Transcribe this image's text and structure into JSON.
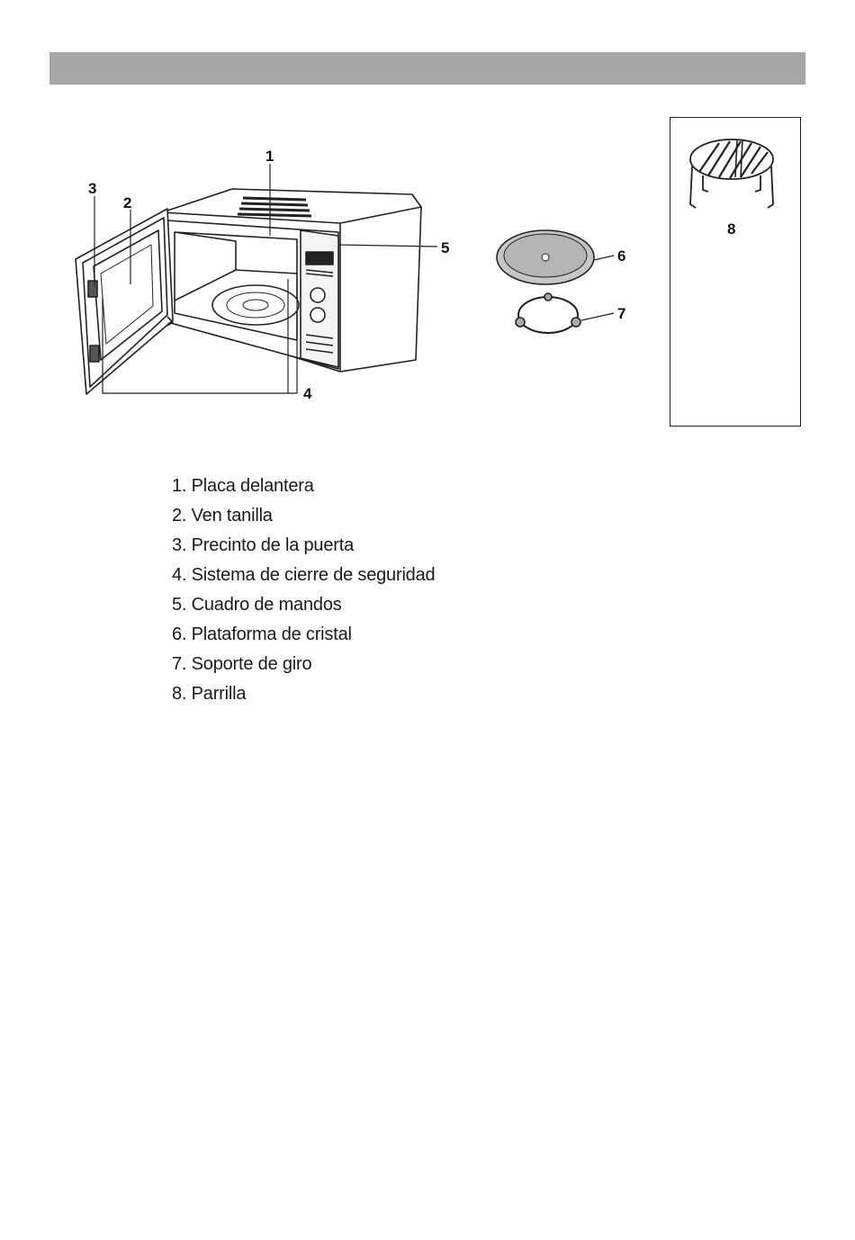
{
  "callouts": {
    "c1": "1",
    "c2": "2",
    "c3": "3",
    "c4": "4",
    "c5": "5",
    "c6": "6",
    "c7": "7",
    "c8": "8"
  },
  "parts": [
    "1. Placa delantera",
    "2. Ven tanilla",
    "3. Precinto de la puerta",
    "4. Sistema de cierre de seguridad",
    "5. Cuadro de mandos",
    "6. Plataforma de cristal",
    "7. Soporte de giro",
    "8. Parrilla"
  ]
}
